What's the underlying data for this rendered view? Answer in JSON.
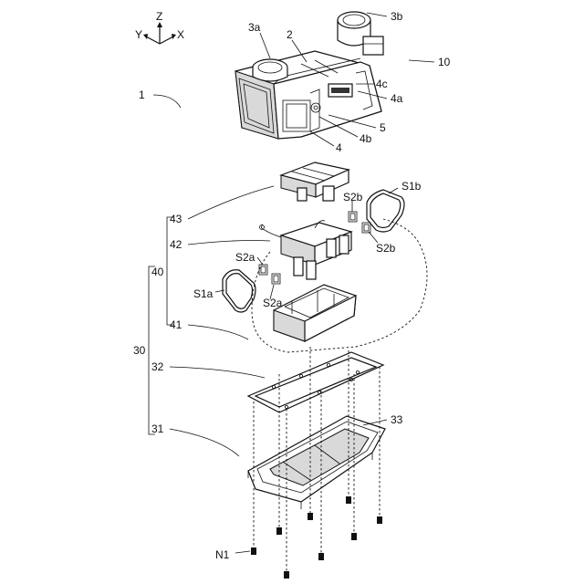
{
  "axes": {
    "y": "Y",
    "z": "Z",
    "x": "X"
  },
  "labels": {
    "l3a": "3a",
    "l3b": "3b",
    "l2": "2",
    "l10": "10",
    "l1": "1",
    "l4c": "4c",
    "l4a": "4a",
    "l5": "5",
    "l4b": "4b",
    "l4": "4",
    "l43": "43",
    "lS1b": "S1b",
    "lS2b_top": "S2b",
    "l42": "42",
    "lS2b": "S2b",
    "lS2a_top": "S2a",
    "l40": "40",
    "lS1a": "S1a",
    "lS2a": "S2a",
    "l41": "41",
    "l30": "30",
    "l32": "32",
    "l33": "33",
    "l31": "31",
    "lN1": "N1"
  }
}
